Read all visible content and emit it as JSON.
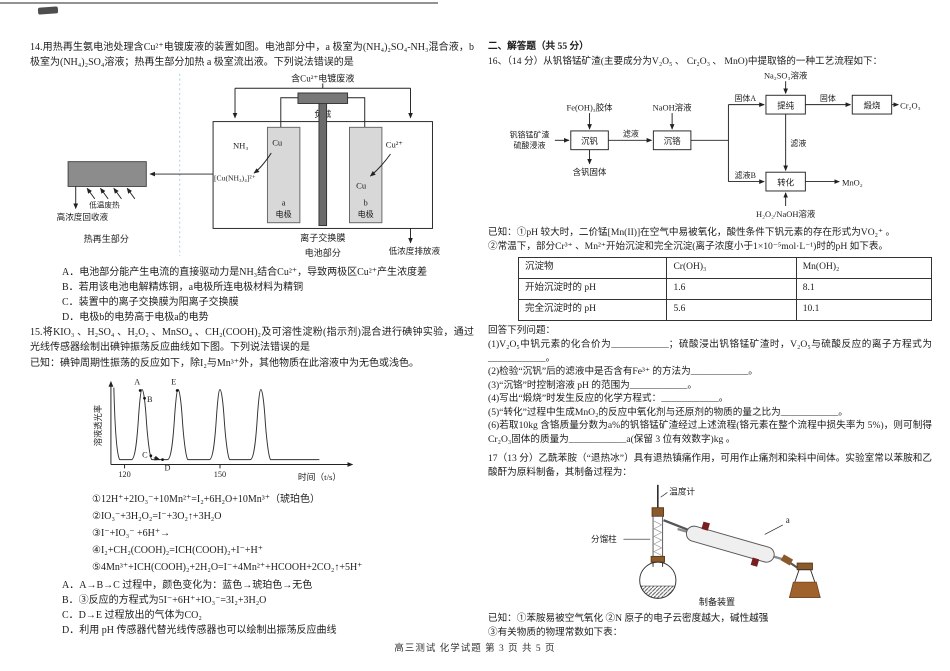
{
  "page": {
    "footer": "高三测试  化学试题   第 3 页   共 5 页"
  },
  "left": {
    "q14": {
      "stem": "14.用热再生氨电池处理含Cu²⁺电镀废液的装置如图。电池部分中，a 极室为(NH₄)₂SO₄-NH₃混合液，b 极室为(NH₄)₂SO₄溶液；热再生部分加热 a 极室流出液。下列说法错误的是",
      "diagram": {
        "waste_feed": "含Cu²⁺电镀废液",
        "load": "负载",
        "nh3": "NH₃",
        "cu_a": "Cu",
        "cu2_plus": "Cu²⁺",
        "cu_b": "Cu",
        "complex": "[Cu(NH₃)₄]²⁺",
        "electrode_a1": "a",
        "electrode_a2": "电极",
        "electrode_b1": "b",
        "electrode_b2": "电极",
        "membrane": "离子交换膜",
        "low_heat": "低温废热",
        "recovered": "高浓度回收液",
        "regen_label": "热再生部分",
        "cell_label": "电池部分",
        "discharge": "低浓度排放液"
      },
      "options": [
        "A．电池部分能产生电流的直接驱动力是NH₃结合Cu²⁺，导致两极区Cu²⁺产生浓度差",
        "B．若用该电池电解精炼铜，a电极所连电极材料为精铜",
        "C．装置中的离子交换膜为阳离子交换膜",
        "D．电极b的电势高于电极a的电势"
      ]
    },
    "q15": {
      "stem": "15.将KIO₃ 、H₂SO₄ 、H₂O₂ 、MnSO₄ 、CH₂(COOH)₂及可溶性淀粉(指示剂)混合进行碘钟实验，通过光线传感器绘制出碘钟振荡反应曲线如下图。下列说法错误的是",
      "known": "已知：碘钟周期性振荡的反应如下，除I₂与Mn³⁺外，其他物质在此溶液中为无色或浅色。",
      "graph": {
        "ylabel": "溶液透光率",
        "xlabel": "时间（t/s）",
        "tick1": "120",
        "tick2": "150",
        "pA": "A",
        "pB": "B",
        "pC": "C",
        "pD": "D",
        "pE": "E"
      },
      "equations": [
        "①12H⁺+2IO₃⁻+10Mn²⁺=I₂+6H₂O+10Mn³⁺（琥珀色）",
        "②IO₃⁻+3H₂O₂=I⁻+3O₂↑+3H₂O",
        "③I⁻+IO₃⁻ +6H⁺→",
        "④I₂+CH₂(COOH)₂=ICH(COOH)₂+I⁻+H⁺",
        "⑤4Mn³⁺+ICH(COOH)₂+2H₂O=I⁻+4Mn²⁺+HCOOH+2CO₂↑+5H⁺"
      ],
      "options": [
        "A．A→B→C 过程中，颜色变化为：蓝色→琥珀色→无色",
        "B．③反应的方程式为5I⁻+6H⁺+IO₃⁻=3I₂+3H₂O",
        "C．D→E 过程放出的气体为CO₂",
        "D．利用 pH 传感器代替光线传感器也可以绘制出振荡反应曲线"
      ]
    }
  },
  "right": {
    "section_title": "二、解答题（共 55 分）",
    "q16": {
      "stem": "16、（14 分）从钒铬锰矿渣(主要成分为V₂O₅ 、 Cr₂O₃ 、 MnO)中提取铬的一种工艺流程如下：",
      "flow": {
        "na2so3": "Na₂SO₃溶液",
        "feoh3": "Fe(OH)₃胶体",
        "naoh": "NaOH溶液",
        "feed1": "钒铬锰矿渣",
        "feed2": "硫酸浸液",
        "box_chenfan": "沉钒",
        "lvye1": "滤液",
        "box_chenge": "沉铬",
        "hanfan": "含钒固体",
        "solid_a": "固体A",
        "box_tichun": "提纯",
        "solid": "固体",
        "box_duanshao": "煅烧",
        "cr2o3": "Cr₂O₃",
        "lvye2": "滤液",
        "lvye_b": "滤液B",
        "box_zhuanhua": "转化",
        "mno2": "MnO₂",
        "h2o2": "H₂O₂/NaOH溶液"
      },
      "known1": "已知：①pH 较大时，二价锰[Mn(II)]在空气中易被氧化，酸性条件下钒元素的存在形式为VO₂⁺ 。",
      "known2": "②常温下，部分Cr³⁺ 、Mn²⁺开始沉淀和完全沉淀(离子浓度小于1×10⁻⁵mol·L⁻¹)时的pH 如下表。",
      "table": {
        "headers": [
          "沉淀物",
          "Cr(OH)₃",
          "Mn(OH)₂"
        ],
        "rows": [
          [
            "开始沉淀时的 pH",
            "1.6",
            "8.1"
          ],
          [
            "完全沉淀时的 pH",
            "5.6",
            "10.1"
          ]
        ]
      },
      "prompt": "回答下列问题：",
      "parts": [
        "(1)V₂O₅中钒元素的化合价为____________；硫酸浸出钒铬锰矿渣时，V₂O₅与硫酸反应的离子方程式为____________。",
        "(2)检验“沉钒”后的滤液中是否含有Fe³⁺ 的方法为____________。",
        "(3)“沉铬”时控制溶液 pH 的范围为____________。",
        "(4)写出“煅烧”时发生反应的化学方程式：____________。",
        "(5)“转化”过程中生成MnO₂的反应中氧化剂与还原剂的物质的量之比为____________。",
        "(6)若取10kg 含铬质量分数为a%的钒铬锰矿渣经过上述流程(铬元素在整个流程中损失率为 5%)，则可制得Cr₂O₃固体的质量为____________a(保留 3 位有效数字)kg 。"
      ]
    },
    "q17": {
      "stem": "17（13 分）乙酰苯胺（“退热冰”）具有退热镇痛作用，可用作止痛剂和染料中间体。实验室常以苯胺和乙酸酐为原料制备，其制备过程为：",
      "apparatus": {
        "thermometer": "温度计",
        "column": "分馏柱",
        "a_label": "a",
        "caption": "制备装置"
      },
      "known1": "已知：①苯胺易被空气氧化  ②N 原子的电子云密度越大，碱性越强",
      "known2": "③有关物质的物理常数如下表："
    }
  }
}
